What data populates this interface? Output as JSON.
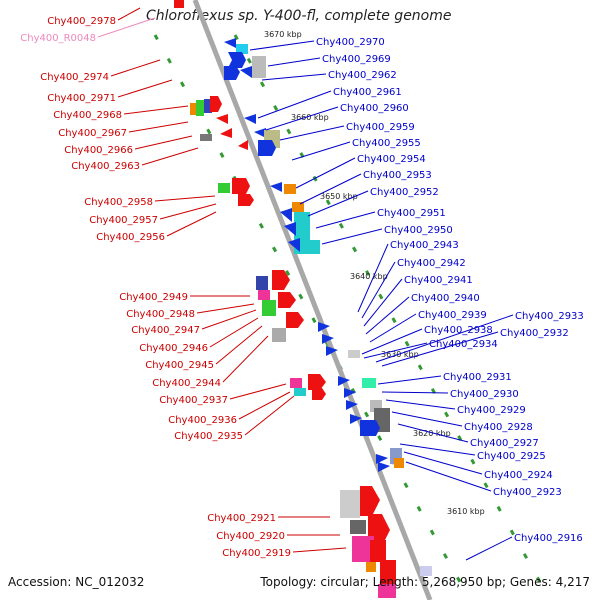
{
  "title": "Chloroflexus sp. Y-400-fl, complete genome",
  "accession": "Accession: NC_012032",
  "summary": "Topology: circular; Length: 5,268,950 bp; Genes: 4,217",
  "scale_ticks": [
    "3670 kbp",
    "3660 kbp",
    "3650 kbp",
    "3640 kbp",
    "3630 kbp",
    "3620 kbp",
    "3610 kbp"
  ],
  "left_labels": [
    "Chy400_2978",
    "Chy400_R0048",
    "Chy400_2974",
    "Chy400_2971",
    "Chy400_2968",
    "Chy400_2967",
    "Chy400_2966",
    "Chy400_2963",
    "Chy400_2958",
    "Chy400_2957",
    "Chy400_2956",
    "Chy400_2949",
    "Chy400_2948",
    "Chy400_2947",
    "Chy400_2946",
    "Chy400_2945",
    "Chy400_2944",
    "Chy400_2937",
    "Chy400_2936",
    "Chy400_2935",
    "Chy400_2921",
    "Chy400_2920",
    "Chy400_2919"
  ],
  "right_labels": [
    "Chy400_2970",
    "Chy400_2969",
    "Chy400_2962",
    "Chy400_2961",
    "Chy400_2960",
    "Chy400_2959",
    "Chy400_2955",
    "Chy400_2954",
    "Chy400_2953",
    "Chy400_2952",
    "Chy400_2951",
    "Chy400_2950",
    "Chy400_2943",
    "Chy400_2942",
    "Chy400_2941",
    "Chy400_2940",
    "Chy400_2939",
    "Chy400_2938",
    "Chy400_2934",
    "Chy400_2933",
    "Chy400_2932",
    "Chy400_2931",
    "Chy400_2930",
    "Chy400_2929",
    "Chy400_2928",
    "Chy400_2927",
    "Chy400_2925",
    "Chy400_2924",
    "Chy400_2923",
    "Chy400_2916"
  ],
  "colors": {
    "left_label": "#cc0000",
    "rna_label": "#ee88bb",
    "right_label": "#0000cc",
    "backbone": "#a8a8a8",
    "tick_dash": "#339933",
    "forward_cds": "#ee1111",
    "reverse_cds": "#1133dd"
  }
}
